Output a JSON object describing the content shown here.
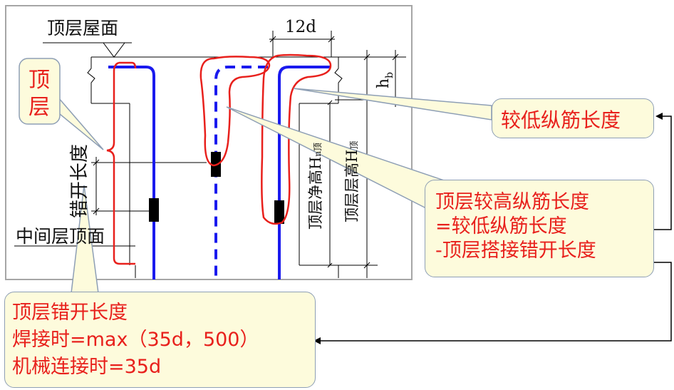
{
  "labels": {
    "top_roof": "顶层屋面",
    "twelve_d": "12d",
    "hb_main": "h",
    "hb_sub": "b",
    "mid_top": "中间层顶面",
    "stagger_vertical": "错开长度",
    "top_floor_red": "顶层",
    "clear_height_main": "顶层净高H",
    "clear_height_sub": "n顶",
    "floor_height_main": "顶层层高H",
    "floor_height_sub": "顶"
  },
  "callouts": {
    "lower": {
      "line1": "较低纵筋长度"
    },
    "higher": {
      "line1": "顶层较高纵筋长度",
      "line2": "=较低纵筋长度",
      "line3": "-顶层搭接错开长度"
    },
    "stagger": {
      "line1": "顶层错开长度",
      "line2": "焊接时=max（35d，500）",
      "line3": "机械连接时=35d"
    }
  },
  "colors": {
    "rebar": "#1a1aee",
    "annotation": "#e8201c",
    "callout_fill": "#fdfbdc",
    "callout_border": "#8e9fb5",
    "frame": "#a6a6a6"
  }
}
